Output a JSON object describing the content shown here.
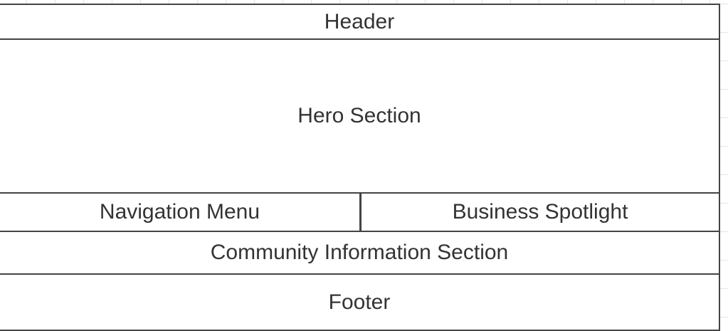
{
  "wireframe": {
    "header": "Header",
    "hero": "Hero Section",
    "navigation": "Navigation Menu",
    "spotlight": "Business Spotlight",
    "community": "Community Information Section",
    "footer": "Footer"
  },
  "colors": {
    "background": "#ffffff",
    "grid": "#e4e4e4",
    "border": "#444444",
    "text": "#333333"
  }
}
